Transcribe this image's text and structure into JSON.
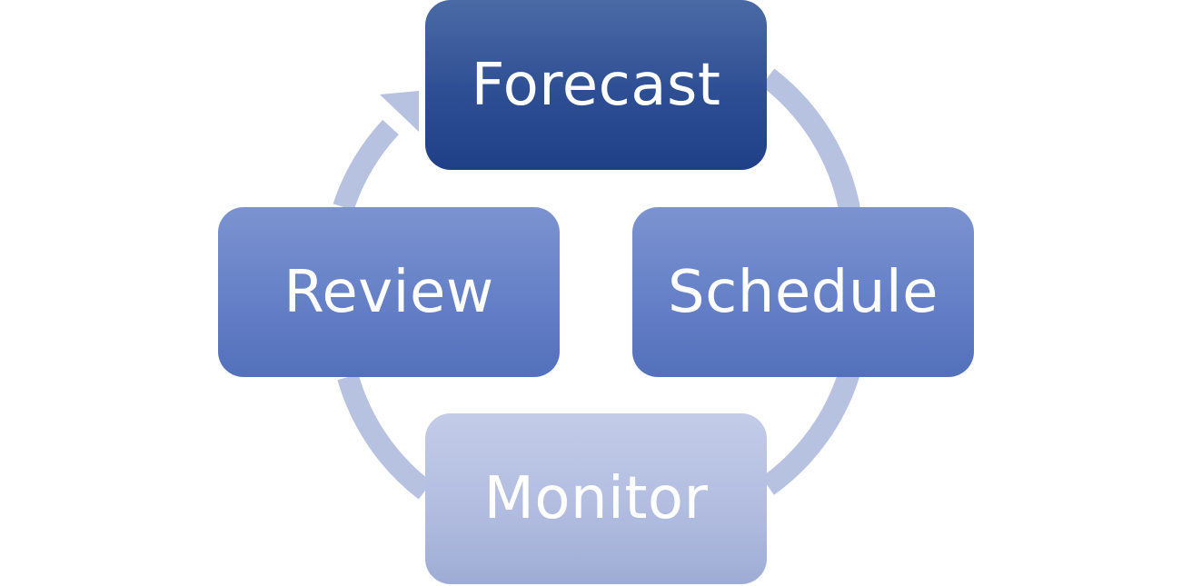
{
  "diagram": {
    "type": "cycle",
    "nodes": [
      {
        "id": "forecast",
        "label": "Forecast"
      },
      {
        "id": "schedule",
        "label": "Schedule"
      },
      {
        "id": "monitor",
        "label": "Monitor"
      },
      {
        "id": "review",
        "label": "Review"
      }
    ],
    "colors": {
      "forecast": "#2e4e94",
      "schedule": "#6580c7",
      "review": "#6580c7",
      "monitor": "#b2bde0",
      "ring": "#b7c2e0"
    }
  }
}
